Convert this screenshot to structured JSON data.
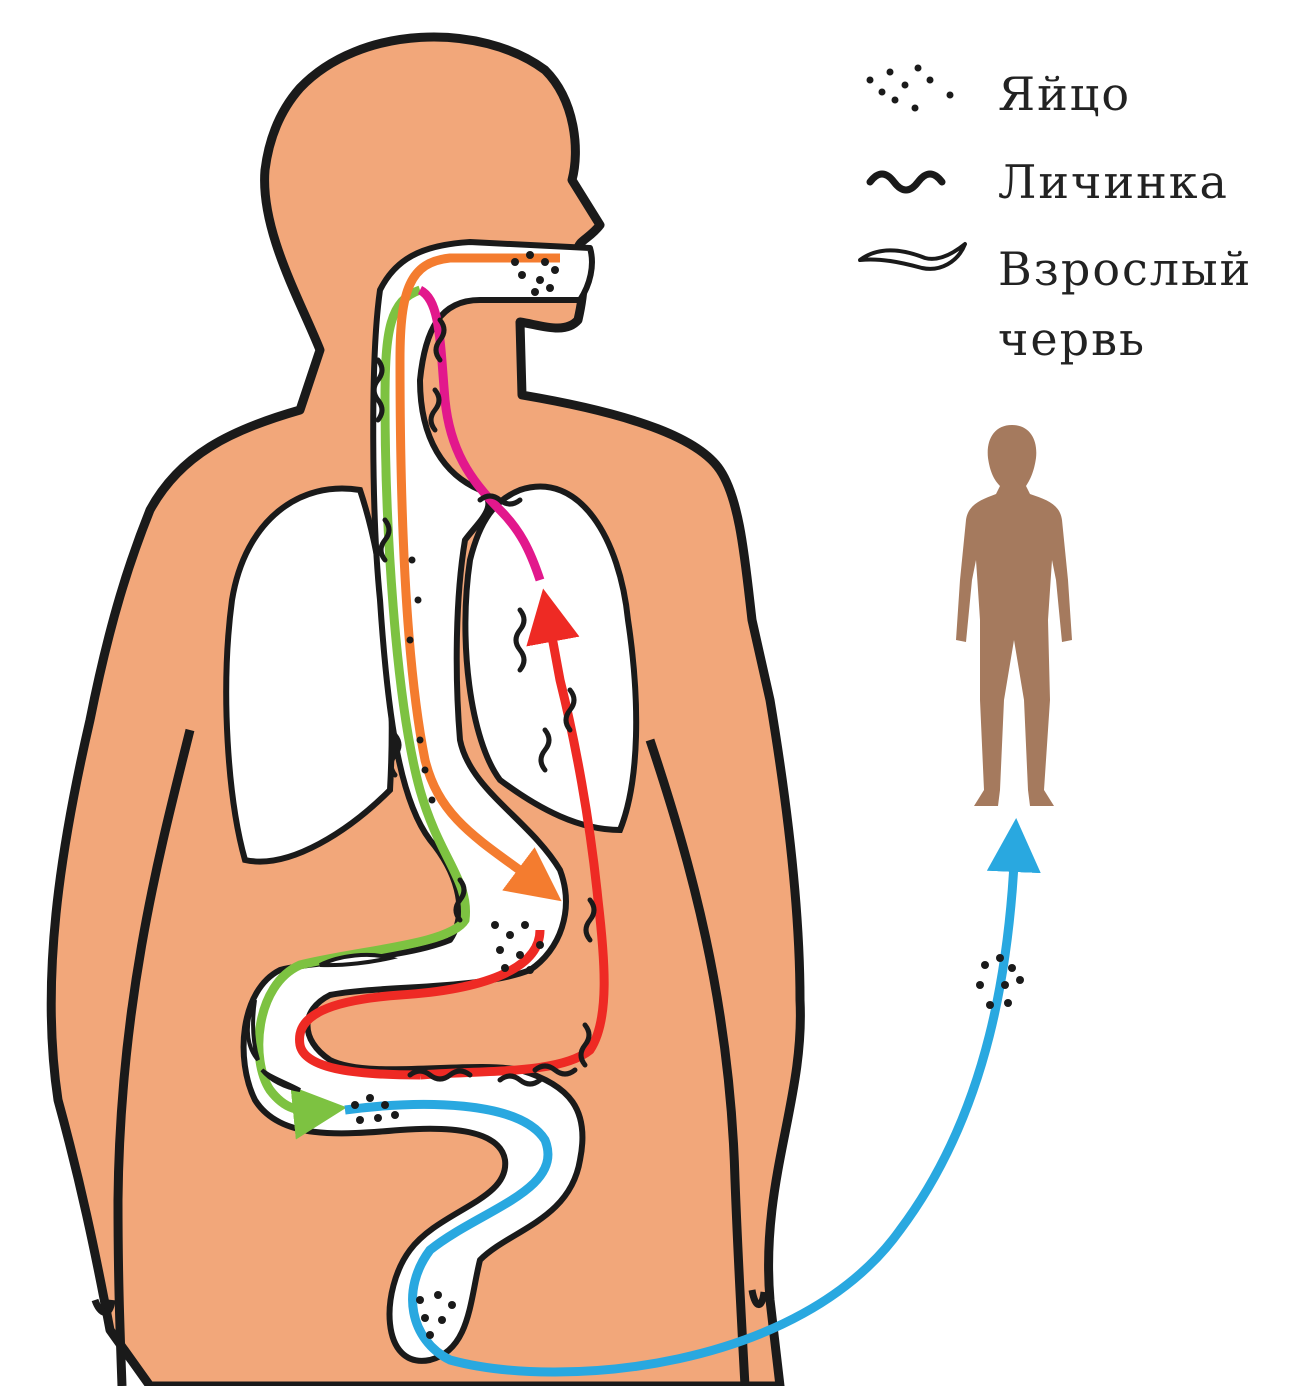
{
  "legend": {
    "egg": "Яйцо",
    "larva": "Личинка",
    "adult_line1": "Взрослый",
    "adult_line2": "червь"
  },
  "icons": {
    "egg": "egg-dots-icon",
    "larva": "larva-squiggle-icon",
    "adult": "adult-worm-icon",
    "second_host": "human-silhouette-icon"
  },
  "colors": {
    "body_fill": "#f2a77a",
    "outline": "#1a1a1a",
    "organ_fill": "#ffffff",
    "green_path": "#7dc241",
    "orange_path": "#f47c2f",
    "magenta_path": "#e2188c",
    "red_path": "#ee2a24",
    "blue_path": "#29a8e0",
    "second_host_fill": "#a57a5e"
  }
}
